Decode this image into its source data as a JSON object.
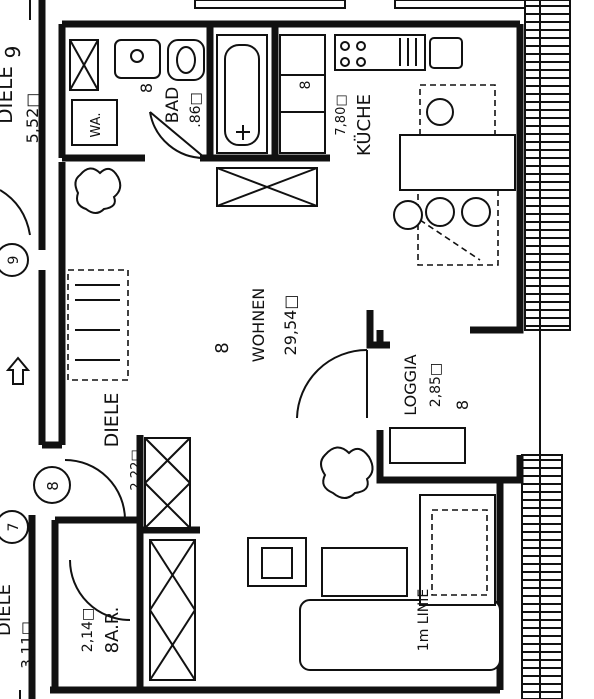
{
  "rooms": {
    "diele_top": {
      "name": "DIELE",
      "area": "5,52□",
      "number": "9"
    },
    "bad": {
      "name": "BAD",
      "area": ".86□",
      "number": "8"
    },
    "kueche": {
      "name": "KÜCHE",
      "area": "7,80□",
      "number": "8"
    },
    "wohnen": {
      "name": "WOHNEN",
      "area": "29,54□",
      "number": "8"
    },
    "loggia": {
      "name": "LOGGIA",
      "area": "2,85□",
      "number": "8"
    },
    "diele_main": {
      "name": "DIELE",
      "area": "2,22□"
    },
    "ar": {
      "name": "8A.R.",
      "area": "2,14□"
    },
    "diele_bottom": {
      "name": "DIELE",
      "area": "3,11□"
    }
  },
  "labels": {
    "wa": "WA.",
    "circle_number": "8",
    "left_circle_top": "9",
    "left_circle_bottom": "7",
    "wohnen_number": "8",
    "line_label": "1m LINIE",
    "left_number": "8"
  },
  "colors": {
    "ink": "#111111",
    "paper": "#ffffff"
  }
}
